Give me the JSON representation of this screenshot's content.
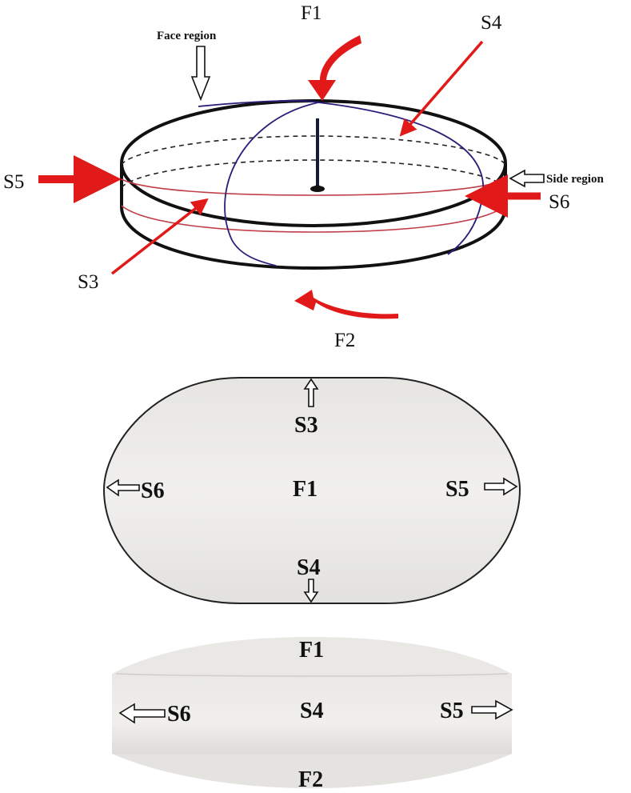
{
  "top_diagram": {
    "face_region_label": "Face region",
    "side_region_label": "Side region",
    "labels": {
      "f1": "F1",
      "f2": "F2",
      "s3": "S3",
      "s4": "S4",
      "s5": "S5",
      "s6": "S6"
    },
    "colors": {
      "arrow": "#e11919",
      "outline": "#111111",
      "band": "#c0404a",
      "meridian": "#2a1f7a"
    }
  },
  "top_view_photo": {
    "labels": {
      "s3": "S3",
      "f1": "F1",
      "s6": "S6",
      "s5": "S5",
      "s4": "S4"
    },
    "surface_color": "#ecebe8"
  },
  "side_view_photo": {
    "labels": {
      "f1": "F1",
      "s6": "S6",
      "s4": "S4",
      "s5": "S5",
      "f2": "F2"
    },
    "surface_color": "#eeedea"
  }
}
